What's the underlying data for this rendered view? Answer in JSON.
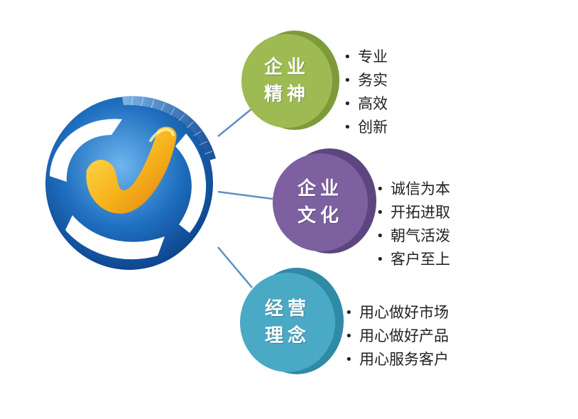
{
  "colors": {
    "spirit": "#9dbb52",
    "spirit_back": "#7f9a3a",
    "culture": "#7c60a0",
    "culture_back": "#5d4580",
    "philosophy": "#4aa9c4",
    "philosophy_back": "#2f8aa6",
    "connector": "#5d8fc2"
  },
  "nodes": [
    {
      "id": "spirit",
      "title_line1": "企业",
      "title_line2": "精神",
      "items": [
        "专业",
        "务实",
        "高效",
        "创新"
      ]
    },
    {
      "id": "culture",
      "title_line1": "企业",
      "title_line2": "文化",
      "items": [
        "诚信为本",
        "开拓进取",
        "朝气活泼",
        "客户至上"
      ]
    },
    {
      "id": "philosophy",
      "title_line1": "经营",
      "title_line2": "理念",
      "items": [
        "用心做好市场",
        "用心做好产品",
        "用心服务客户"
      ]
    }
  ]
}
